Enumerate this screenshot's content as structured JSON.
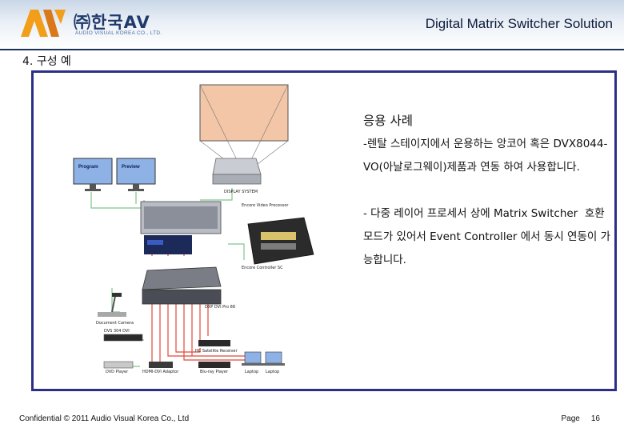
{
  "header": {
    "logo_text": "㈜한국AV",
    "logo_subtext": "AUDIO VISUAL KOREA CO., LTD.",
    "title": "Digital Matrix Switcher Solution"
  },
  "section_title": "4. 구성 예",
  "diagram": {
    "monitor_left": "Program",
    "monitor_right": "Preview",
    "display_system": "DISPLAY SYSTEM",
    "video_processor": "Encore Video Processor",
    "encore_controller": "Encore Controller SC",
    "matrix_label": "DXP DVI Pro 88",
    "document_camera": "Document Camera",
    "dvs_label": "DVS 304 DVI",
    "dvd_player": "DVD Player",
    "hdmi_adaptor": "HDMI-DVI Adaptor",
    "satellite_receiver": "HC Satellite Receiver",
    "bluray_player": "Blu-ray Player",
    "laptop1": "Laptop",
    "laptop2": "Laptop"
  },
  "content": {
    "heading": "응용 사례",
    "para1": "-렌탈 스테이지에서 운용하는 앙코어 혹은 DVX8044-VO(아날로그웨이)제품과 연동 하여 사용합니다.",
    "para2": "- 다중 레이어 프로세서 상에 Matrix Switcher  호환모드가 있어서 Event Controller 에서 동시 연동이 가능합니다."
  },
  "footer": {
    "confidential": "Confidential  © 2011 Audio Visual Korea Co., Ltd",
    "page_label": "Page",
    "page_number": "16"
  },
  "colors": {
    "frame": "#2c2f86",
    "header_rule": "#1d2f5f",
    "logo_mark": "#f29e1a",
    "cable_green": "#7ec48b",
    "cable_red": "#e04a3a"
  }
}
